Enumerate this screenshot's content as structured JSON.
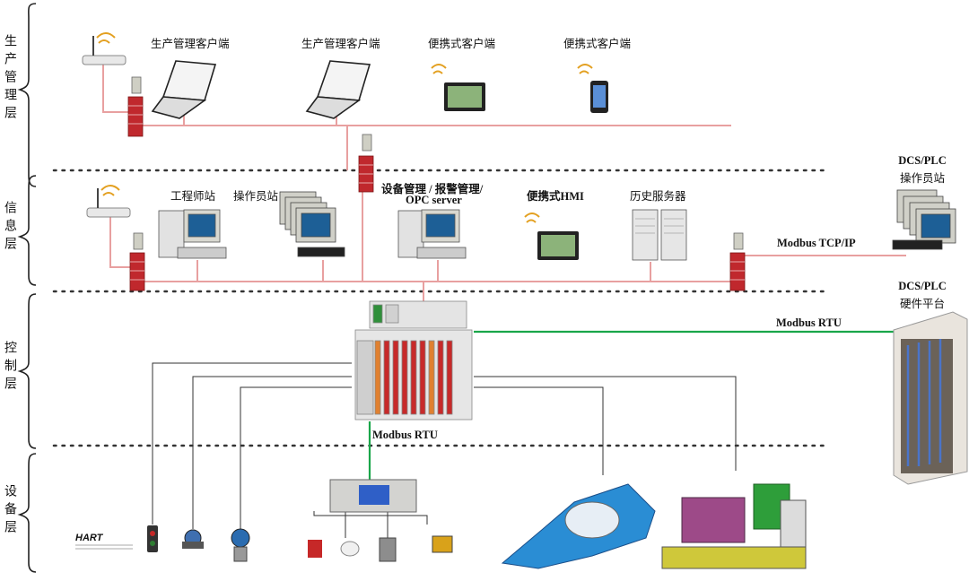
{
  "layers": {
    "production": "生产管理层",
    "information": "信息层",
    "control": "控制层",
    "device": "设备层"
  },
  "production_nodes": {
    "client1": "生产管理客户端",
    "client2": "生产管理客户端",
    "portable1": "便携式客户端",
    "portable2": "便携式客户端"
  },
  "information_nodes": {
    "engineer": "工程师站",
    "operator": "操作员站",
    "asset_mgmt": "设备管理 / 报警管理/",
    "opc": "OPC server",
    "portable_hmi": "便携式HMI",
    "history": "历史服务器"
  },
  "right_side": {
    "dcs_operator_title": "DCS/PLC",
    "dcs_operator_sub": "操作员站",
    "dcs_hw_title": "DCS/PLC",
    "dcs_hw_sub": "硬件平台"
  },
  "links": {
    "modbus_tcp": "Modbus TCP/IP",
    "modbus_rtu_top": "Modbus RTU",
    "modbus_rtu_bottom": "Modbus RTU"
  },
  "devices": {
    "hart_logo": "HART"
  },
  "colors": {
    "network_line": "#e8a0a0",
    "rtu_line": "#1aa64a",
    "signal_line": "#333333",
    "firewall": "#c0282d"
  }
}
